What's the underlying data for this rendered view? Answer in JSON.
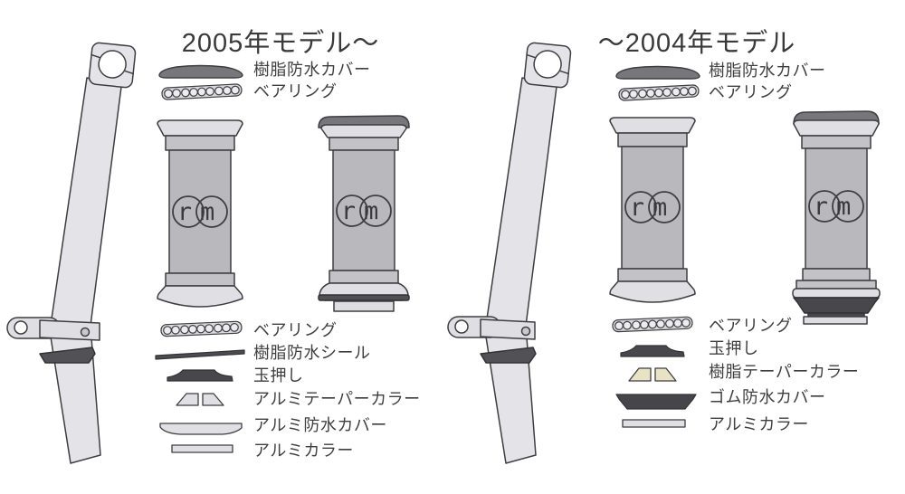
{
  "logo": "rm",
  "panels": {
    "left": {
      "title": "2005年モデル～",
      "top_labels": {
        "cover": "樹脂防水カバー",
        "bearing": "ベアリング"
      },
      "bottom_labels": {
        "bearing": "ベアリング",
        "seal": "樹脂防水シール",
        "cone": "玉押し",
        "taper": "アルミテーパーカラー",
        "cover": "アルミ防水カバー",
        "collar": "アルミカラー"
      }
    },
    "right": {
      "title": "～2004年モデル",
      "top_labels": {
        "cover": "樹脂防水カバー",
        "bearing": "ベアリング"
      },
      "bottom_labels": {
        "bearing": "ベアリング",
        "cone": "玉押し",
        "taper": "樹脂テーパーカラー",
        "cover": "ゴム防水カバー",
        "collar": "アルミカラー"
      }
    }
  },
  "colors": {
    "outline": "#3e3e42",
    "light_gray": "#e2e2e6",
    "mid_gray": "#b9b9bd",
    "dark_gray": "#48484c",
    "cover_gray": "#76767b",
    "tan": "#e9e3c6",
    "text": "#3f3f3f"
  }
}
